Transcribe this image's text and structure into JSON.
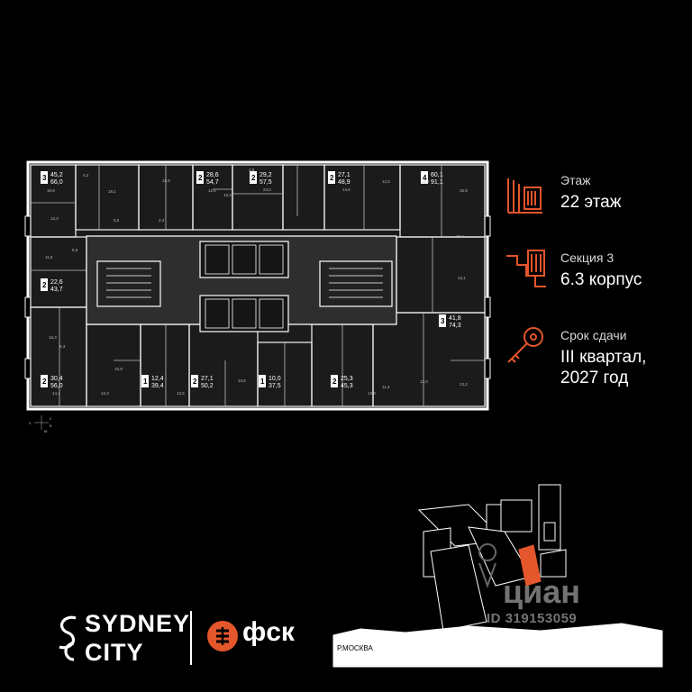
{
  "info": {
    "floor_label": "Этаж",
    "floor_value": "22 этаж",
    "section_label": "Секция 3",
    "section_value": "6.3 корпус",
    "deadline_label": "Срок сдачи",
    "deadline_value_line1": "III квартал,",
    "deadline_value_line2": "2027 год",
    "accent_color": "#e4562b"
  },
  "compass": {
    "n": "с",
    "e": "в",
    "s": "ю",
    "w": "з"
  },
  "apartments": [
    {
      "rooms": "3",
      "area": "45,2",
      "total": "66,0"
    },
    {
      "rooms": "2",
      "area": "28,6",
      "total": "54,7"
    },
    {
      "rooms": "2",
      "area": "29,2",
      "total": "57,5"
    },
    {
      "rooms": "2",
      "area": "27,1",
      "total": "48,9"
    },
    {
      "rooms": "4",
      "area": "60,1",
      "total": "91,1"
    },
    {
      "rooms": "2",
      "area": "22,6",
      "total": "43,7"
    },
    {
      "rooms": "3",
      "area": "41,8",
      "total": "74,3"
    },
    {
      "rooms": "2",
      "area": "30,4",
      "total": "56,0"
    },
    {
      "rooms": "1",
      "area": "12,4",
      "total": "39,4"
    },
    {
      "rooms": "2",
      "area": "27,1",
      "total": "50,2"
    },
    {
      "rooms": "1",
      "area": "10,0",
      "total": "37,5"
    },
    {
      "rooms": "2",
      "area": "25,3",
      "total": "45,3"
    }
  ],
  "room_areas": [
    "16,9",
    "4,2",
    "18,1",
    "16,8",
    "12,6",
    "3,8",
    "10,2",
    "23,0",
    "14,6",
    "12,5",
    "11,8",
    "15,8",
    "12,2",
    "5,5",
    "2,4",
    "5,9",
    "13,1",
    "11,5",
    "16,3",
    "14,1",
    "12,4",
    "13,6",
    "13,5",
    "10,9",
    "13,9",
    "11,4",
    "12,0",
    "13,2",
    "19,4",
    "9,3"
  ],
  "logos": {
    "sydney_line1": "SYDNEY",
    "sydney_line2": "CITY",
    "fsk": "фск"
  },
  "site_map": {
    "river_label": "Р.МОСКВА"
  },
  "watermark": {
    "brand": "циан",
    "id": "ID 319153059"
  }
}
